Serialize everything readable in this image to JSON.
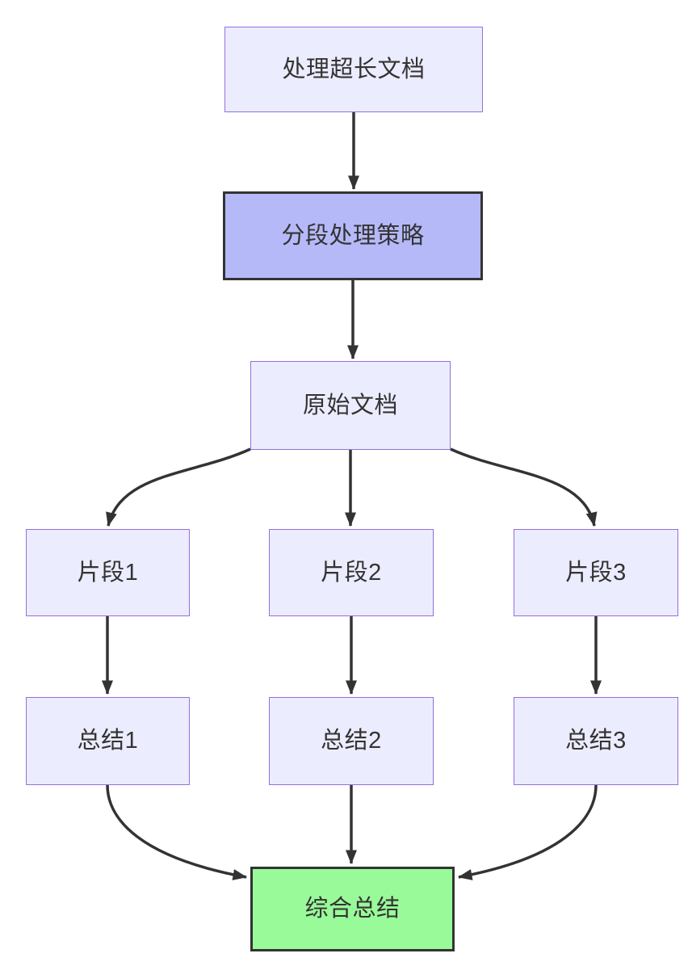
{
  "nodes": {
    "A": {
      "label": "处理超长文档"
    },
    "B": {
      "label": "分段处理策略"
    },
    "C": {
      "label": "原始文档"
    },
    "D1": {
      "label": "片段1"
    },
    "D2": {
      "label": "片段2"
    },
    "D3": {
      "label": "片段3"
    },
    "E1": {
      "label": "总结1"
    },
    "E2": {
      "label": "总结2"
    },
    "E3": {
      "label": "总结3"
    },
    "F": {
      "label": "综合总结"
    }
  },
  "edges": [
    {
      "from": "A",
      "to": "B"
    },
    {
      "from": "B",
      "to": "C"
    },
    {
      "from": "C",
      "to": "D1"
    },
    {
      "from": "C",
      "to": "D2"
    },
    {
      "from": "C",
      "to": "D3"
    },
    {
      "from": "D1",
      "to": "E1"
    },
    {
      "from": "D2",
      "to": "E2"
    },
    {
      "from": "D3",
      "to": "E3"
    },
    {
      "from": "E1",
      "to": "F"
    },
    {
      "from": "E2",
      "to": "F"
    },
    {
      "from": "E3",
      "to": "F"
    }
  ],
  "colors": {
    "default_fill": "#ECECFF",
    "default_border": "#9370DB",
    "strategy_fill": "#B6B9F8",
    "strategy_border": "#333333",
    "result_fill": "#99FA99",
    "result_border": "#333333",
    "edge_color": "#333333",
    "text_color": "#333333",
    "bg_color": "#FFFFFF"
  }
}
